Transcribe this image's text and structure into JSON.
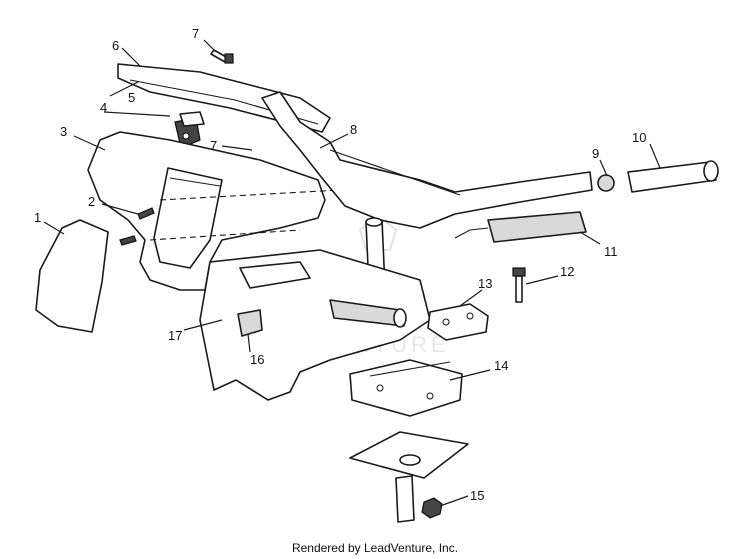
{
  "callouts": [
    "1",
    "2",
    "3",
    "4",
    "5",
    "6",
    "7",
    "7",
    "8",
    "9",
    "10",
    "11",
    "12",
    "13",
    "14",
    "15",
    "16",
    "17"
  ],
  "watermark": "LEADVENTURE",
  "footer": "Rendered by LeadVenture, Inc."
}
